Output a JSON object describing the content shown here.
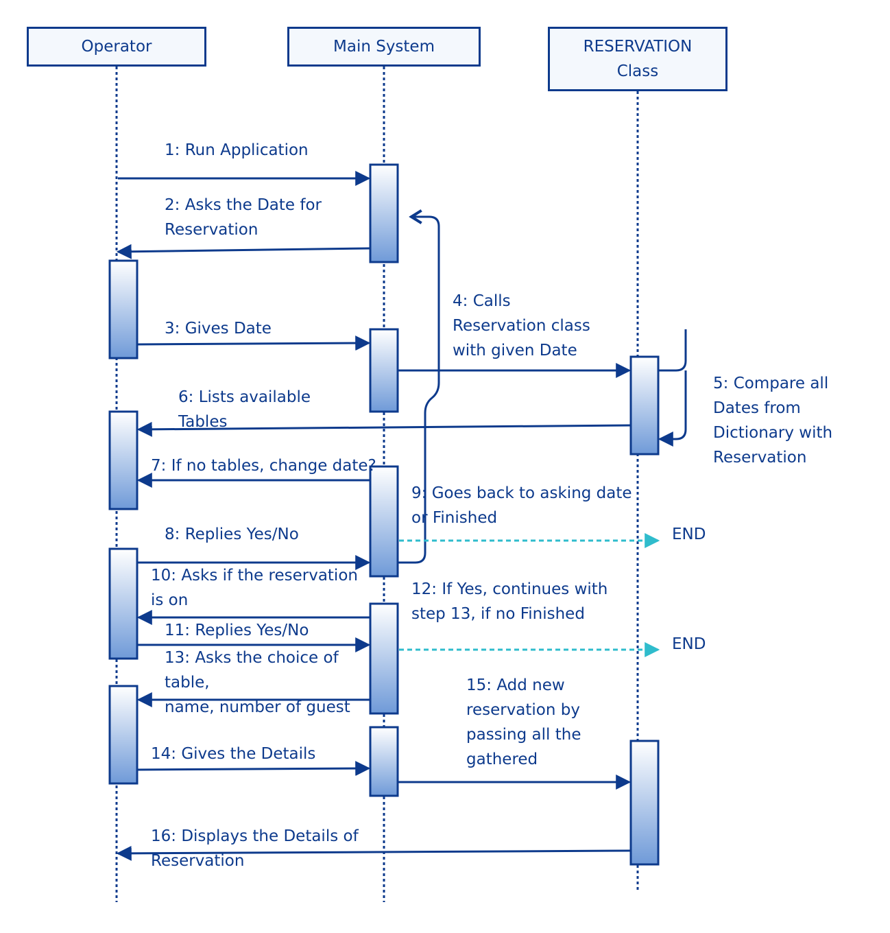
{
  "colors": {
    "primary": "#0d3a8c",
    "dashed_arrow": "#2fbccc",
    "activation_top": "#ffffff",
    "activation_bottom": "#6f9ad8",
    "header_fill": "#f4f8fd"
  },
  "participants": [
    {
      "id": "operator",
      "label": "Operator"
    },
    {
      "id": "main",
      "label": "Main System"
    },
    {
      "id": "reservation",
      "label": "RESERVATION\nClass"
    }
  ],
  "messages": [
    {
      "num": 1,
      "text": "1: Run Application",
      "from": "operator",
      "to": "main"
    },
    {
      "num": 2,
      "text": "2: Asks the Date for\nReservation",
      "from": "main",
      "to": "operator"
    },
    {
      "num": 3,
      "text": "3: Gives Date",
      "from": "operator",
      "to": "main"
    },
    {
      "num": 4,
      "text": "4: Calls\nReservation class\nwith given Date",
      "from": "main",
      "to": "reservation"
    },
    {
      "num": 5,
      "text": "5: Compare all\nDates from\nDictionary with\nReservation",
      "from": "reservation",
      "to": "reservation"
    },
    {
      "num": 6,
      "text": "6: Lists available\nTables",
      "from": "reservation",
      "to": "operator"
    },
    {
      "num": 7,
      "text": "7: If no tables, change date?",
      "from": "main",
      "to": "operator"
    },
    {
      "num": 8,
      "text": "8: Replies Yes/No",
      "from": "operator",
      "to": "main"
    },
    {
      "num": 9,
      "text": "9: Goes back to asking date\nor Finished",
      "from": "main",
      "to": "main"
    },
    {
      "num": 10,
      "text": "10: Asks if the reservation\nis on",
      "from": "main",
      "to": "operator"
    },
    {
      "num": 11,
      "text": "11: Replies Yes/No",
      "from": "operator",
      "to": "main"
    },
    {
      "num": 12,
      "text": "12: If Yes, continues with\nstep 13, if no Finished",
      "from": "main",
      "to": "end"
    },
    {
      "num": 13,
      "text": "13: Asks the choice of\ntable,\nname, number of guest",
      "from": "main",
      "to": "operator"
    },
    {
      "num": 14,
      "text": "14: Gives the Details",
      "from": "operator",
      "to": "main"
    },
    {
      "num": 15,
      "text": "15: Add new\nreservation by\npassing all the\ngathered",
      "from": "main",
      "to": "reservation"
    },
    {
      "num": 16,
      "text": "16: Displays the Details of\nReservation",
      "from": "reservation",
      "to": "operator"
    }
  ],
  "end_labels": [
    "END",
    "END"
  ]
}
